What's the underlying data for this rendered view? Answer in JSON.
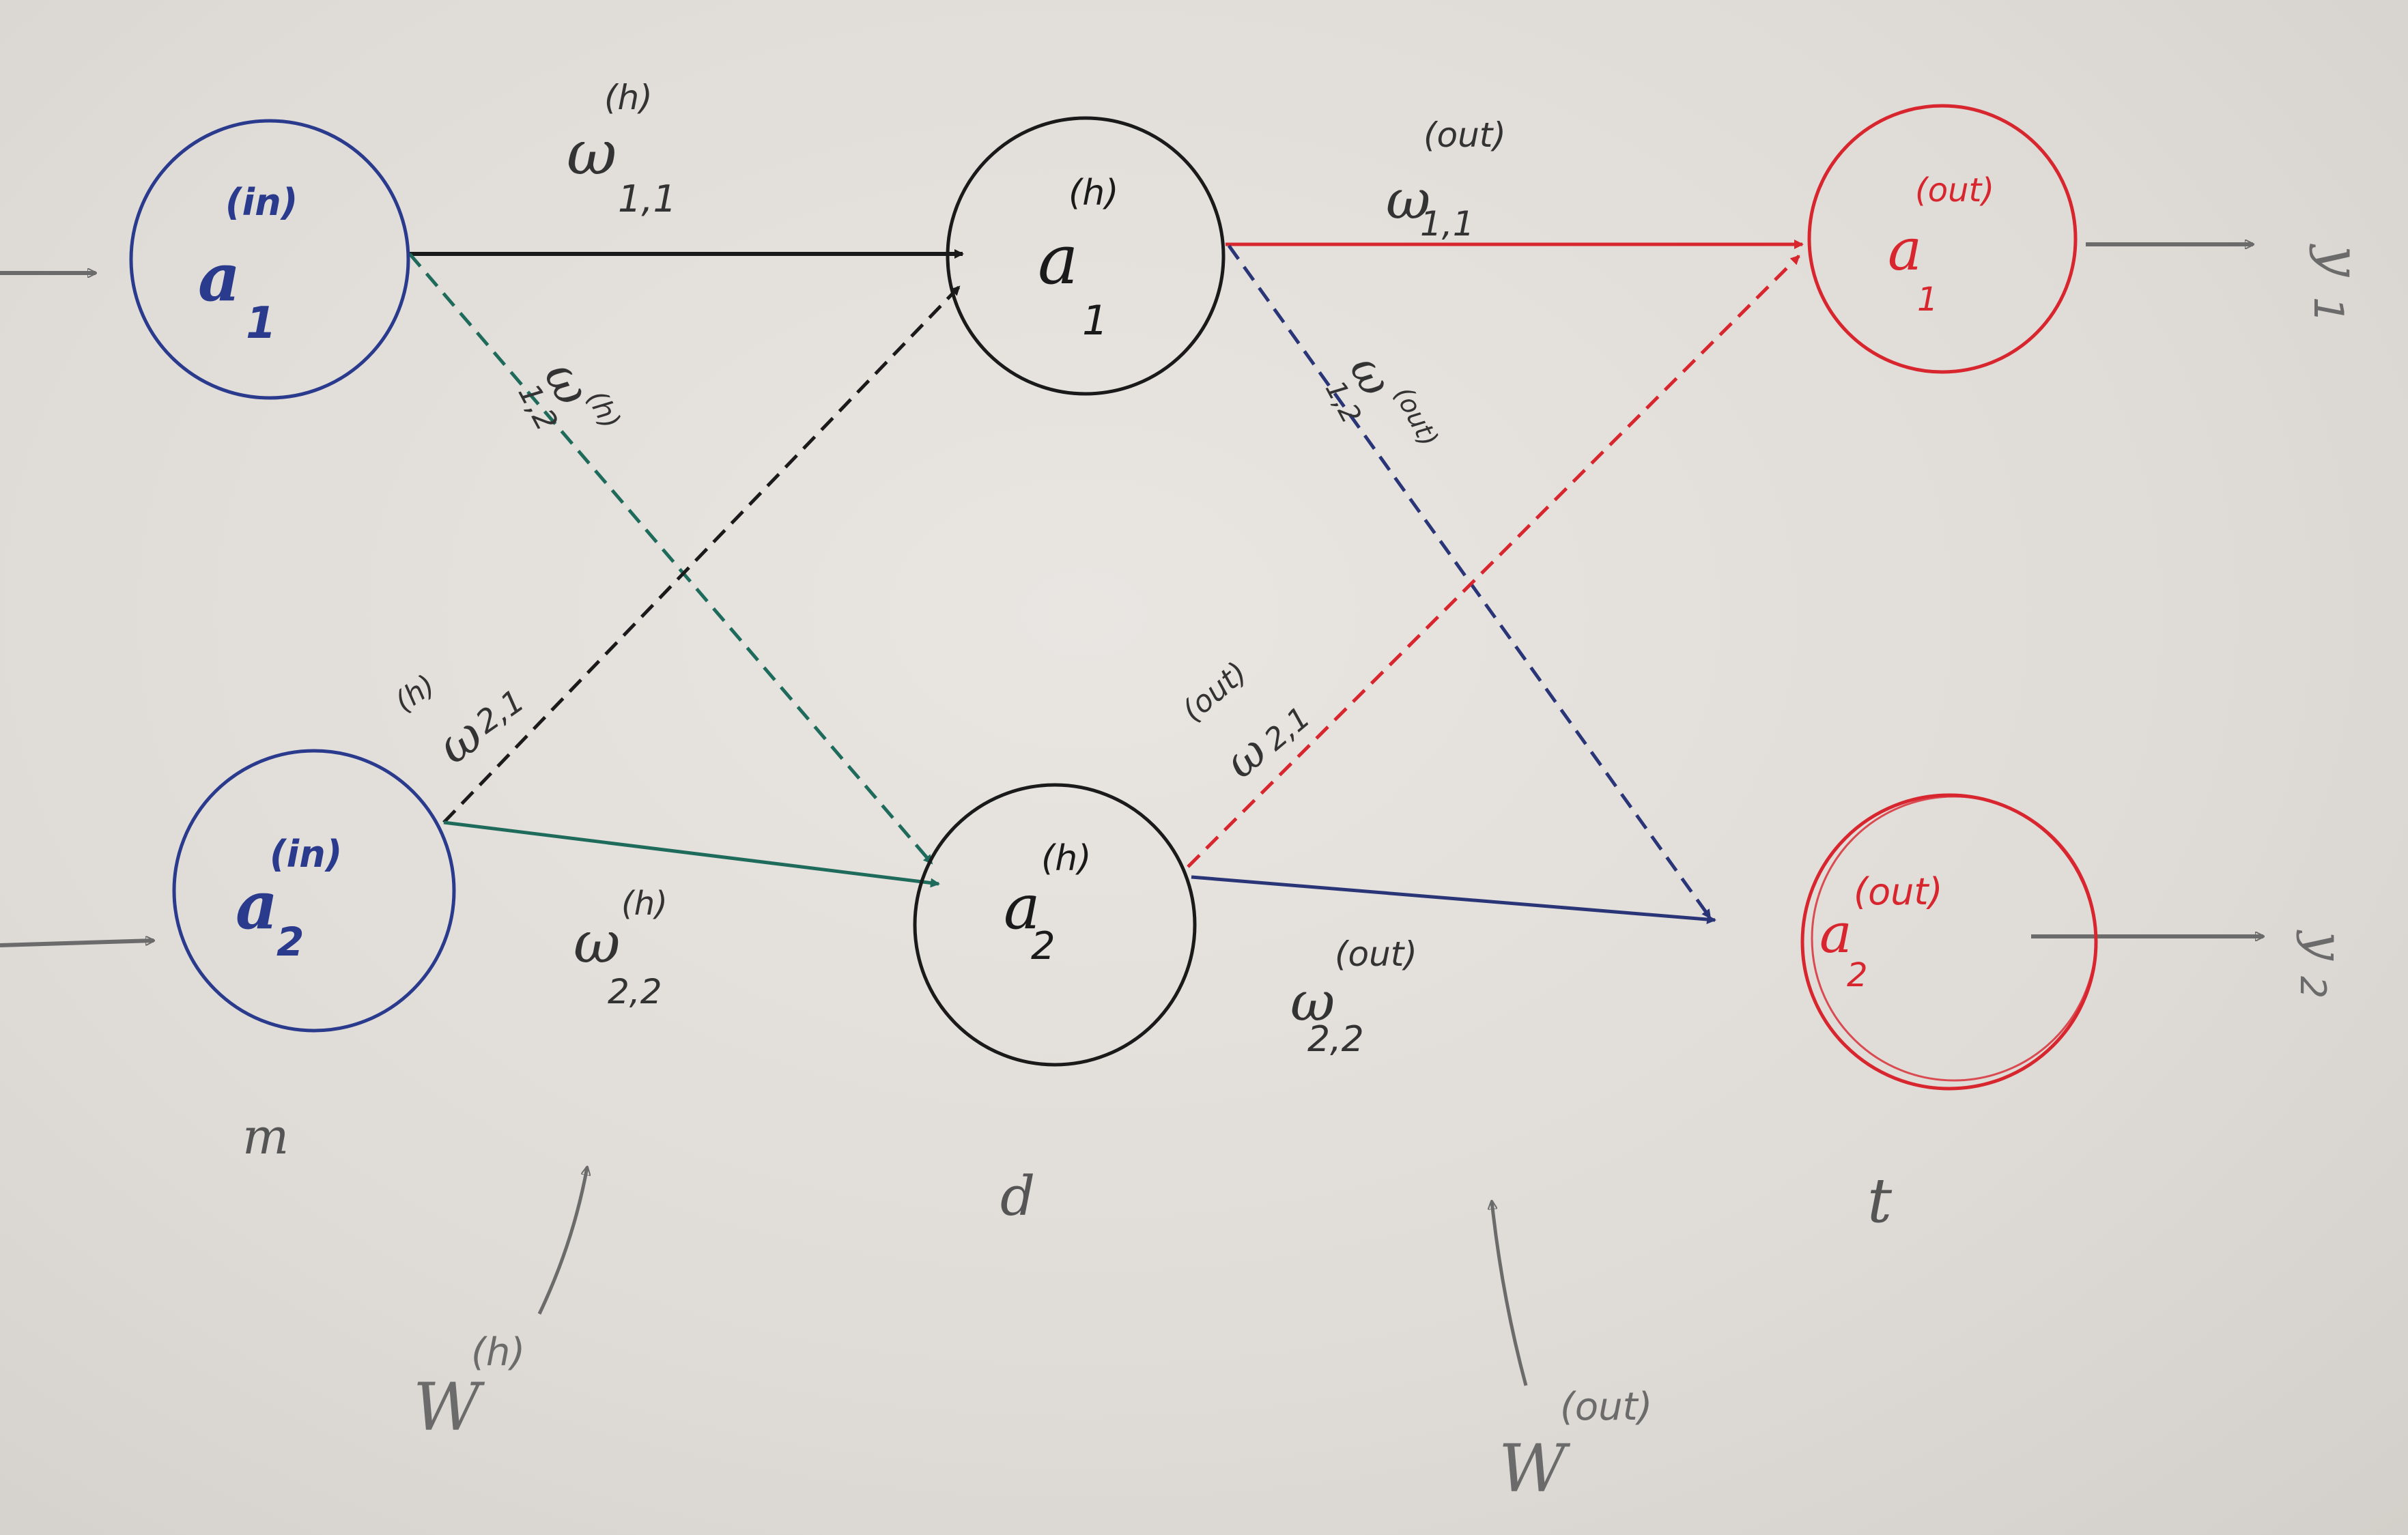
{
  "colors": {
    "input": "#2a3a8c",
    "hidden": "#1a1a1a",
    "output": "#d8262f",
    "pencil": "#6b6b6b",
    "green": "#1e6b5c",
    "navy": "#2a3577"
  },
  "input_layer": {
    "label": "m",
    "nodes": [
      {
        "letter": "a",
        "index": "1",
        "sup": "(in)"
      },
      {
        "letter": "a",
        "index": "2",
        "sup": "(in)"
      }
    ]
  },
  "hidden_layer": {
    "label": "d",
    "nodes": [
      {
        "letter": "a",
        "index": "1",
        "sup": "(h)"
      },
      {
        "letter": "a",
        "index": "2",
        "sup": "(h)"
      }
    ]
  },
  "output_layer": {
    "label": "t",
    "nodes": [
      {
        "letter": "a",
        "index": "1",
        "sup": "(out)"
      },
      {
        "letter": "a",
        "index": "2",
        "sup": "(out)"
      }
    ]
  },
  "outputs": [
    {
      "letter": "y",
      "index": "1"
    },
    {
      "letter": "y",
      "index": "2"
    }
  ],
  "weights_hidden": [
    {
      "w": "ω",
      "sub": "1,1",
      "sup": "(h)"
    },
    {
      "w": "ω",
      "sub": "1,2",
      "sup": "(h)"
    },
    {
      "w": "ω",
      "sub": "2,1",
      "sup": "(h)"
    },
    {
      "w": "ω",
      "sub": "2,2",
      "sup": "(h)"
    }
  ],
  "weights_out": [
    {
      "w": "ω",
      "sub": "1,1",
      "sup": "(out)"
    },
    {
      "w": "ω",
      "sub": "1,2",
      "sup": "(out)"
    },
    {
      "w": "ω",
      "sub": "2,1",
      "sup": "(out)"
    },
    {
      "w": "ω",
      "sub": "2,2",
      "sup": "(out)"
    }
  ],
  "matrices": [
    {
      "letter": "W",
      "sup": "(h)"
    },
    {
      "letter": "W",
      "sup": "(out)"
    }
  ]
}
